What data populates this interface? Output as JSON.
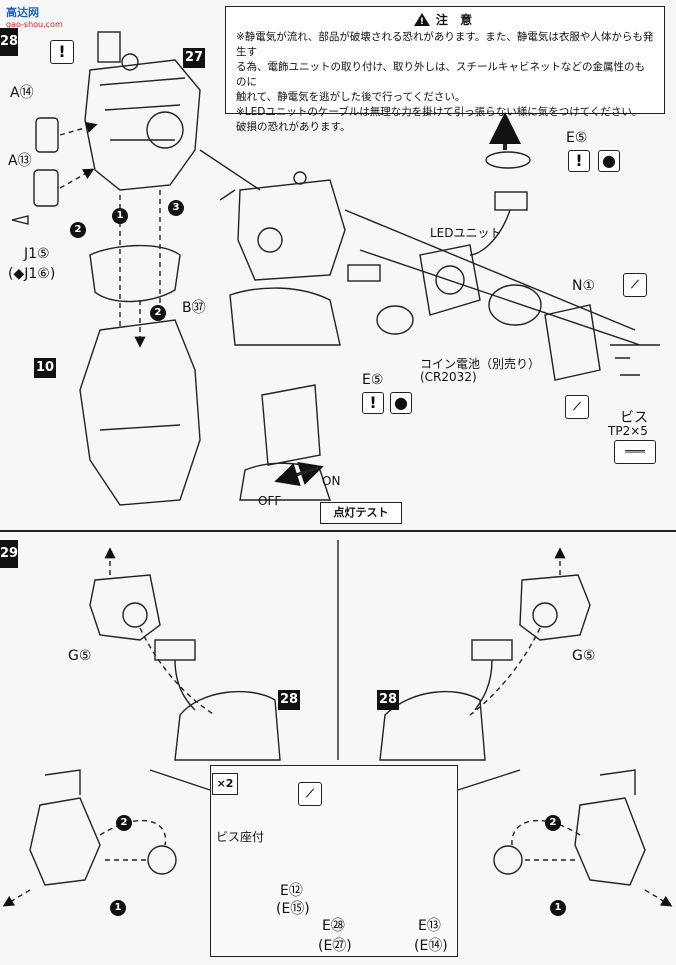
{
  "watermark": {
    "logo": "高达网",
    "url": "gao-shou.com"
  },
  "steps": {
    "top": "28",
    "bottom": "29",
    "ref_27": "27",
    "ref_10": "10",
    "ref_28_left": "28",
    "ref_28_right": "28"
  },
  "warning": {
    "title": "注 意",
    "lines": [
      "※静電気が流れ、部品が破壊される恐れがあります。また、静電気は衣服や人体からも発生す",
      "る為、電飾ユニットの取り付け、取り外しは、スチールキャビネットなどの金属性のものに",
      "触れて、静電気を逃がした後で行ってください。",
      "※LEDユニットのケーブルは無理な力を掛けて引っ張らない様に気をつけてください。",
      "破損の恐れがあります。"
    ]
  },
  "parts": {
    "j1": "J1⑤",
    "j1_alt": "J1⑥",
    "a14": "A⑭",
    "a13": "A⑬",
    "b37": "B㊲",
    "n1": "N①",
    "e5_top": "E⑤",
    "e5_mid": "E⑤",
    "g5_left": "G⑤",
    "g5_right": "G⑤",
    "e12": "E⑫",
    "e15": "(E⑮)",
    "e28": "E㉘",
    "e27": "(E㉗)",
    "e13": "E⑬",
    "e14": "(E⑭)"
  },
  "labels": {
    "led_unit": "LEDユニット",
    "coin_battery": "コイン電池（別売り）",
    "coin_model": "(CR2032)",
    "screw": "ビス",
    "screw_size": "TP2×5",
    "switch_on": "ON",
    "switch_off": "OFF",
    "light_test": "点灯テスト",
    "times2": "×2",
    "screw_seat": "ビス座付"
  },
  "order_marks": [
    "1",
    "2",
    "3"
  ]
}
